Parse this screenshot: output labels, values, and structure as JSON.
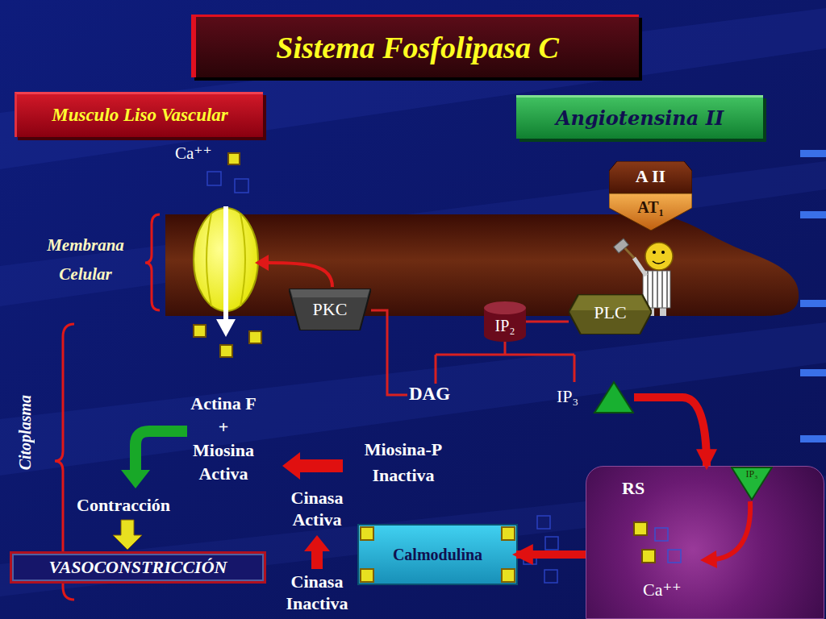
{
  "diagram": {
    "title": "Sistema Fosfolipasa C",
    "nodes": [
      {
        "text": [
          "Musculo Liso Vascular"
        ]
      },
      {
        "text": [
          "Angiotensina II"
        ]
      },
      {
        "text": [
          "A II",
          "AT₁"
        ]
      },
      {
        "text": [
          "PKC"
        ]
      },
      {
        "text": [
          "IP₂"
        ]
      },
      {
        "text": [
          "PLC"
        ]
      },
      {
        "text": [
          "IP₃"
        ]
      },
      {
        "text": [
          "VASOCONSTRICCIÓN"
        ]
      },
      {
        "text": [
          "Calmodulina"
        ]
      },
      {
        "text": [
          "RS",
          "Ca⁺⁺"
        ]
      },
      {
        "text": [
          "IP₃"
        ],
        "in": 9
      }
    ],
    "edges": [
      {
        "from": 5,
        "to": 4,
        "arrow": "none"
      },
      {
        "from": 6,
        "to": 9,
        "arrow": "to"
      },
      {
        "from": 9,
        "to": 8,
        "arrow": "to"
      }
    ],
    "labels": [
      "Ca⁺⁺",
      "Membrana Celular",
      "Citoplasma",
      "DAG",
      "Actina F + Miosina Activa",
      "Miosina-P Inactiva",
      "Cinasa Activa",
      "Cinasa Inactiva",
      "Contracción"
    ]
  }
}
